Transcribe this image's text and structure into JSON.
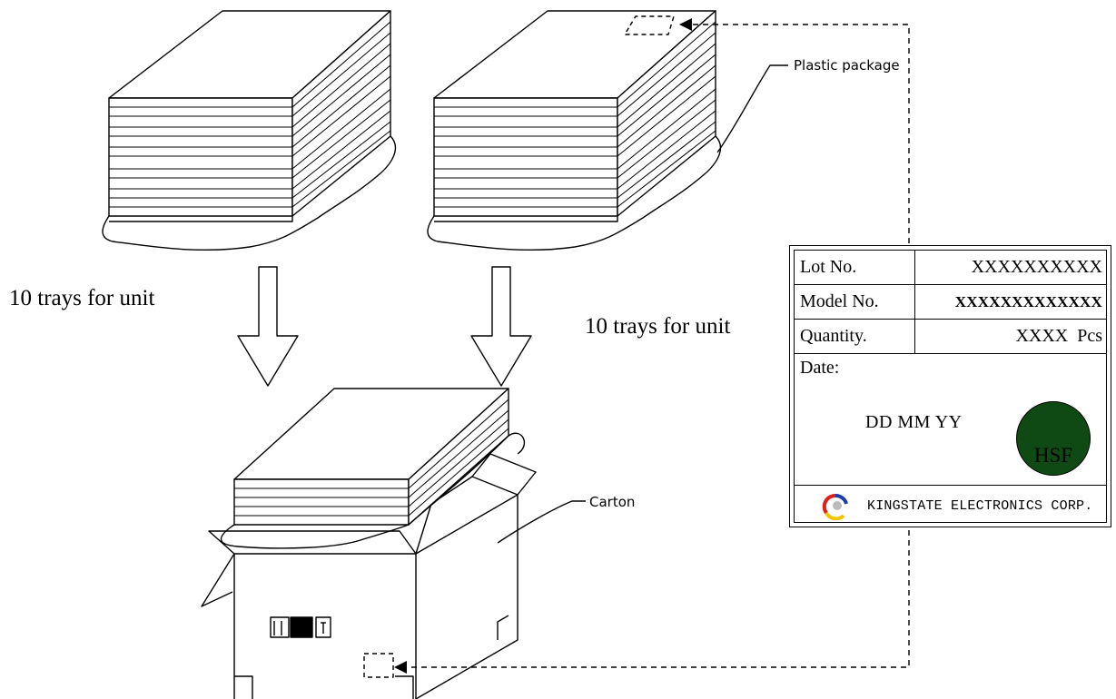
{
  "labels": {
    "plastic_package": "Plastic package",
    "carton": "Carton",
    "trays_left": "10 trays for unit",
    "trays_right": "10 trays for unit"
  },
  "label_card": {
    "rows": [
      {
        "key": "Lot No.",
        "value": "XXXXXXXXXX"
      },
      {
        "key": "Model No.",
        "value": "XXXXXXXXXXXXX"
      },
      {
        "key": "Quantity.",
        "value": "XXXX  Pcs"
      }
    ],
    "date_label": "Date:",
    "date_value": "DD MM YY",
    "badge": "HSF",
    "company": "KINGSTATE ELECTRONICS CORP."
  },
  "colors": {
    "badge_fill": "#0f4a14",
    "logo_red": "#e0201a",
    "logo_blue": "#1b3fa8",
    "logo_yellow": "#f2c500"
  }
}
